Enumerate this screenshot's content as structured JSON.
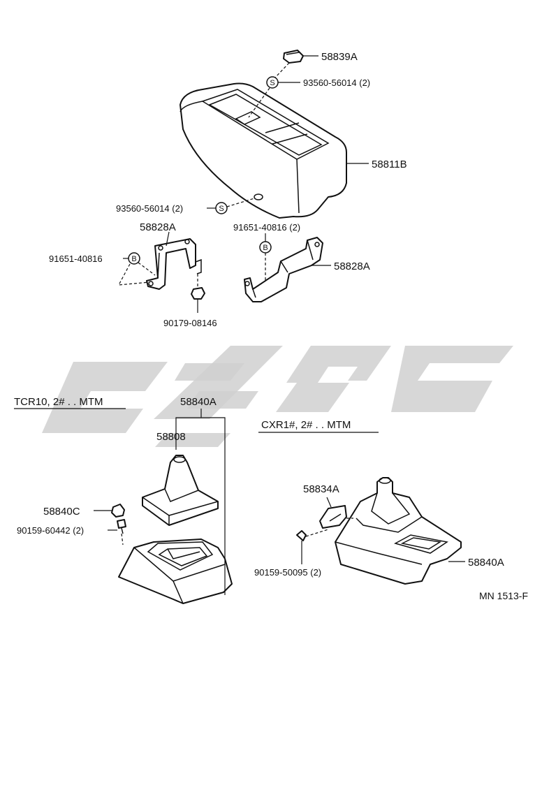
{
  "diagram": {
    "labels": {
      "p58839A": "58839A",
      "p93560_top": "93560-56014 (2)",
      "p58811B": "58811B",
      "p93560_left": "93560-56014 (2)",
      "p58828A_left": "58828A",
      "p91651_right": "91651-40816 (2)",
      "p91651_left": "91651-40816",
      "p58828A_right": "58828A",
      "p90179": "90179-08146",
      "p58840A_left": "58840A",
      "p58808": "58808",
      "p58840C": "58840C",
      "p90159_60442": "90159-60442 (2)",
      "p58834A": "58834A",
      "p90159_50095": "90159-50095 (2)",
      "p58840A_right": "58840A"
    },
    "sections": {
      "left": "TCR10, 2# . . MTM",
      "right": "CXR1#, 2# . . MTM"
    },
    "symbols": {
      "screw": "S",
      "bolt": "B"
    },
    "diagram_code": "MN 1513-F"
  },
  "colors": {
    "line": "#111111",
    "watermark": "#d0d0d0"
  }
}
